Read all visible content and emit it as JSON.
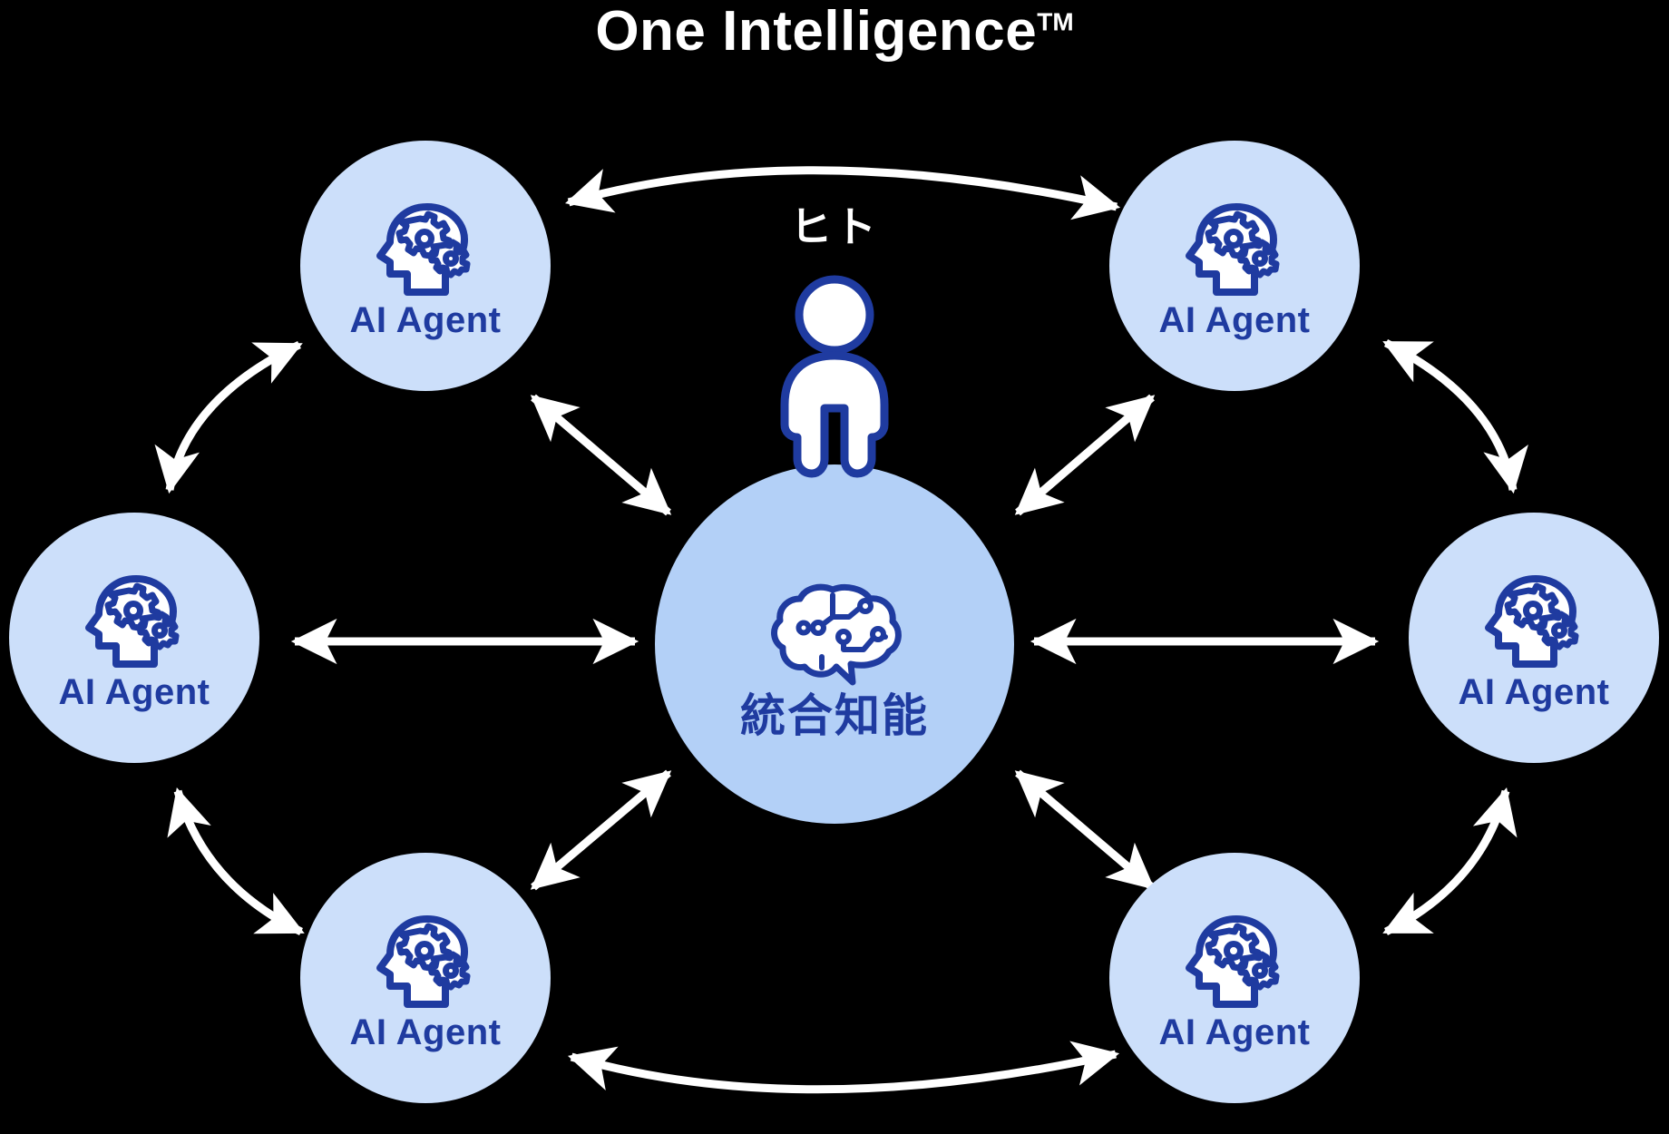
{
  "title": {
    "main": "One Intelligence",
    "trademark": "TM"
  },
  "colors": {
    "background": "#000000",
    "agent_circle": "#ccdffa",
    "center_circle": "#b3d0f7",
    "icon_stroke": "#1f3ba0",
    "icon_fill": "#ffffff",
    "label_text": "#1f3ba0",
    "title_text": "#ffffff",
    "arrow": "#ffffff"
  },
  "human": {
    "label": "ヒト",
    "icon": "person-icon"
  },
  "center": {
    "label": "統合知能",
    "icon": "brain-circuit-icon"
  },
  "agents": [
    {
      "id": "top-left",
      "label": "AI Agent",
      "icon": "head-gears-icon"
    },
    {
      "id": "top-right",
      "label": "AI Agent",
      "icon": "head-gears-icon"
    },
    {
      "id": "middle-left",
      "label": "AI Agent",
      "icon": "head-gears-icon"
    },
    {
      "id": "middle-right",
      "label": "AI Agent",
      "icon": "head-gears-icon"
    },
    {
      "id": "bottom-left",
      "label": "AI Agent",
      "icon": "head-gears-icon"
    },
    {
      "id": "bottom-right",
      "label": "AI Agent",
      "icon": "head-gears-icon"
    }
  ],
  "connections": [
    {
      "from": "top-left",
      "to": "top-right",
      "style": "curved",
      "heads": "both"
    },
    {
      "from": "bottom-left",
      "to": "bottom-right",
      "style": "curved",
      "heads": "both"
    },
    {
      "from": "top-left",
      "to": "middle-left",
      "style": "curved",
      "heads": "both"
    },
    {
      "from": "middle-left",
      "to": "bottom-left",
      "style": "curved",
      "heads": "both"
    },
    {
      "from": "top-right",
      "to": "middle-right",
      "style": "curved",
      "heads": "both"
    },
    {
      "from": "middle-right",
      "to": "bottom-right",
      "style": "curved",
      "heads": "both"
    },
    {
      "from": "center",
      "to": "top-left",
      "style": "straight",
      "heads": "both"
    },
    {
      "from": "center",
      "to": "top-right",
      "style": "straight",
      "heads": "both"
    },
    {
      "from": "center",
      "to": "middle-left",
      "style": "straight",
      "heads": "both"
    },
    {
      "from": "center",
      "to": "middle-right",
      "style": "straight",
      "heads": "both"
    },
    {
      "from": "center",
      "to": "bottom-left",
      "style": "straight",
      "heads": "both"
    },
    {
      "from": "center",
      "to": "bottom-right",
      "style": "straight",
      "heads": "both"
    }
  ]
}
